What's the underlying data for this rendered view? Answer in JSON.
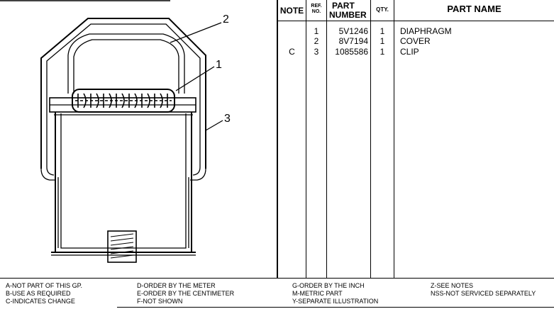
{
  "illustration": {
    "callouts": [
      "2",
      "1",
      "3"
    ]
  },
  "table": {
    "headers": {
      "note": "NOTE",
      "ref_no_line1": "REF.",
      "ref_no_line2": "NO.",
      "part_number_line1": "PART",
      "part_number_line2": "NUMBER",
      "qty": "QTY.",
      "part_name": "PART NAME"
    },
    "rows": [
      {
        "note": "",
        "ref": "1",
        "part_number": "5V1246",
        "qty": "1",
        "name": "DIAPHRAGM"
      },
      {
        "note": "",
        "ref": "2",
        "part_number": "8V7194",
        "qty": "1",
        "name": "COVER"
      },
      {
        "note": "C",
        "ref": "3",
        "part_number": "1085586",
        "qty": "1",
        "name": "CLIP"
      }
    ]
  },
  "legend": {
    "col1": [
      "A-NOT PART OF THIS GP.",
      "B-USE AS REQUIRED",
      "C-INDICATES CHANGE"
    ],
    "col2": [
      "D-ORDER BY THE METER",
      "E-ORDER BY THE CENTIMETER",
      "F-NOT SHOWN"
    ],
    "col3": [
      "G-ORDER BY THE INCH",
      "M-METRIC PART",
      "Y-SEPARATE ILLUSTRATION"
    ],
    "col4": [
      "Z-SEE NOTES",
      "NSS-NOT SERVICED SEPARATELY"
    ]
  }
}
